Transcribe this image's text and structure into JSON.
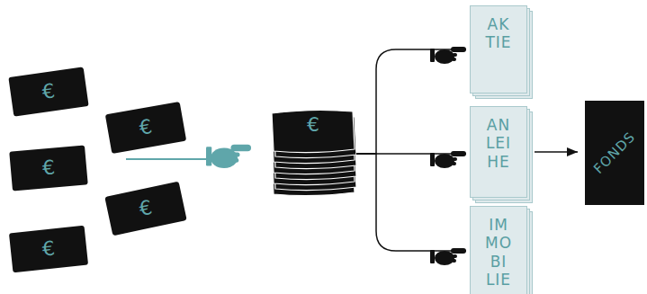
{
  "diagram": {
    "nodes": [
      {
        "text": [
          "€"
        ]
      },
      {
        "text": [
          "€"
        ]
      },
      {
        "text": [
          "€"
        ]
      },
      {
        "text": [
          "€"
        ]
      },
      {
        "text": [
          "€"
        ]
      },
      {
        "text": [
          "€"
        ]
      },
      {
        "text": [
          "AK TIE"
        ]
      },
      {
        "text": [
          "AN LEI HE"
        ]
      },
      {
        "text": [
          "IM MO BI LIE"
        ]
      },
      {
        "text": [
          "FONDS"
        ]
      }
    ],
    "edges": [
      {
        "from": 5,
        "to": 6,
        "arrow": "to"
      },
      {
        "from": 5,
        "to": 7,
        "arrow": "to"
      },
      {
        "from": 5,
        "to": 8,
        "arrow": "to"
      },
      {
        "from": 7,
        "to": 9,
        "arrow": "to"
      }
    ]
  }
}
